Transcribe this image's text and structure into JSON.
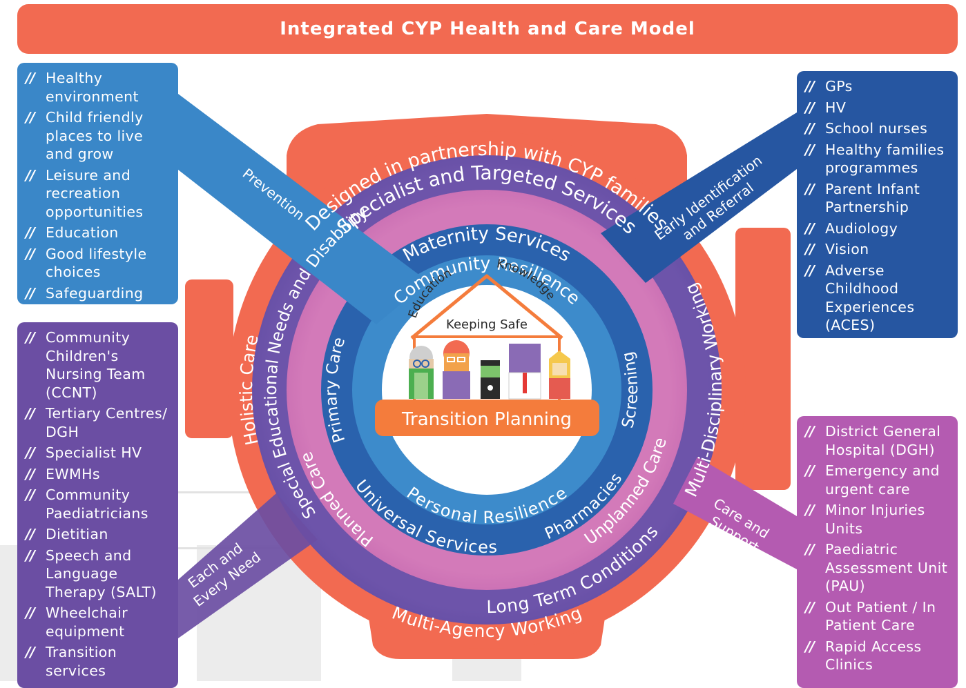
{
  "title": "Integrated CYP Health and Care Model",
  "colors": {
    "title_bar": "#f26a51",
    "outer_ring": "#f26a51",
    "specialist_ring": "#5e4aa0",
    "pink_ring": "#c064ad",
    "maternity_ring": "#2a62ad",
    "community_ring": "#3d8bcb",
    "transition_banner": "#f47c3c"
  },
  "boxes": {
    "top_left": {
      "items": [
        "Healthy environment",
        "Child friendly places to live and grow",
        "Leisure and recreation opportunities",
        "Education",
        "Good lifestyle choices",
        "Safeguarding"
      ]
    },
    "bottom_left": {
      "items": [
        "Community Children's Nursing Team (CCNT)",
        "Tertiary Centres/ DGH",
        "Specialist HV",
        "EWMHs",
        "Community Paediatricians",
        "Dietitian",
        "Speech and Language Therapy (SALT)",
        "Wheelchair equipment",
        "Transition services"
      ]
    },
    "top_right": {
      "items": [
        "GPs",
        "HV",
        "School nurses",
        "Healthy families programmes",
        "Parent Infant Partnership",
        "Audiology",
        "Vision",
        "Adverse Childhood Experiences (ACES)"
      ]
    },
    "bottom_right": {
      "items": [
        "District General Hospital (DGH)",
        "Emergency and urgent care",
        "Minor Injuries Units",
        "Paediatric Assessment Unit (PAU)",
        "Out Patient / In Patient Care",
        "Rapid Access Clinics"
      ]
    }
  },
  "arms": {
    "prevention": "Prevention",
    "early_identification_1": "Early Identification",
    "early_identification_2": "and Referral",
    "each_every_1": "Each and",
    "each_every_2": "Every Need",
    "care_support_1": "Care and",
    "care_support_2": "Support"
  },
  "rings": {
    "outer_top": "Designed in partnership with CYP families",
    "outer_left": "Holistic Care",
    "outer_right": "Multi-Disciplinary Working",
    "outer_bottom": "Multi-Agency Working",
    "specialist": "Specialist and Targeted Services",
    "send": "Special Educational Needs and Disability",
    "long_term": "Long Term Conditions",
    "planned": "Planned Care",
    "unplanned": "Unplanned Care",
    "maternity": "Maternity Services",
    "universal": "Universal Services",
    "pharmacies": "Pharmacies",
    "primary": "Primary Care",
    "screening": "Screening",
    "community": "Community Resilience",
    "personal": "Personal Resilience"
  },
  "house": {
    "education": "Education",
    "knowledge": "Knowledge",
    "keeping_safe": "Keeping Safe"
  },
  "transition": "Transition Planning"
}
